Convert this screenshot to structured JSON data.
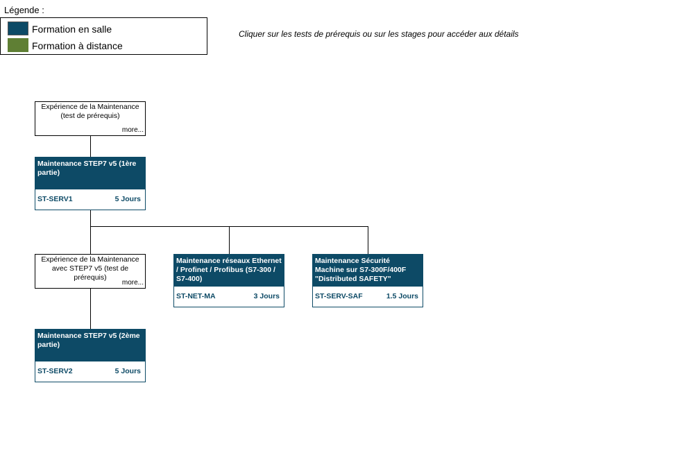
{
  "legend": {
    "title": "Légende :",
    "items": [
      {
        "label": "Formation en salle",
        "color": "#0d4a66"
      },
      {
        "label": "Formation à distance",
        "color": "#5f7f34"
      }
    ]
  },
  "hint": "Cliquer sur les tests de prérequis ou sur les stages pour accéder aux détails",
  "prereqs": [
    {
      "text": "Expérience de la Maintenance (test de prérequis)",
      "more": "more..."
    },
    {
      "text": "Expérience de la Maintenance avec STEP7 v5 (test de prérequis)",
      "more": "more..."
    }
  ],
  "stages": [
    {
      "title": "Maintenance STEP7 v5 (1ère partie)",
      "code": "ST-SERV1",
      "duration": "5 Jours"
    },
    {
      "title": "Maintenance réseaux Ethernet / Profinet / Profibus (S7-300 / S7-400)",
      "code": "ST-NET-MA",
      "duration": "3 Jours"
    },
    {
      "title": "Maintenance Sécurité Machine sur S7-300F/400F \"Distributed SAFETY\"",
      "code": "ST-SERV-SAF",
      "duration": "1.5 Jours"
    },
    {
      "title": "Maintenance STEP7 v5 (2ème partie)",
      "code": "ST-SERV2",
      "duration": "5 Jours"
    }
  ]
}
